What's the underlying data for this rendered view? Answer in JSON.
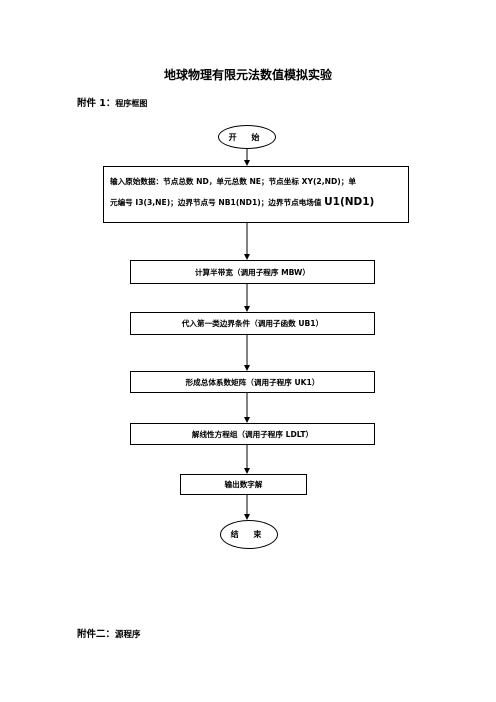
{
  "title": "地球物理有限元法数值模拟实验",
  "appendix1": {
    "label": "附件 1：",
    "caption": "程序框图"
  },
  "flowchart": {
    "start": "开 始",
    "input_line1": "输入原始数据：节点总数 ND，单元总数 NE；节点坐标 XY(2,ND)；单",
    "input_line2_a": "元编号 I3(3,NE)；边界节点号 NB1(ND1)；边界节点电场值 ",
    "input_line2_b": "U1(ND1)",
    "step1": "计算半带宽（调用子程序 MBW）",
    "step2": "代入第一类边界条件（调用子函数 UB1）",
    "step3": "形成总体系数矩阵（调用子程序 UK1）",
    "step4": "解线性方程组（调用子程序 LDLT）",
    "output": "输出数字解",
    "end": "结 束"
  },
  "appendix2": {
    "label": "附件二：",
    "caption": "源程序"
  }
}
